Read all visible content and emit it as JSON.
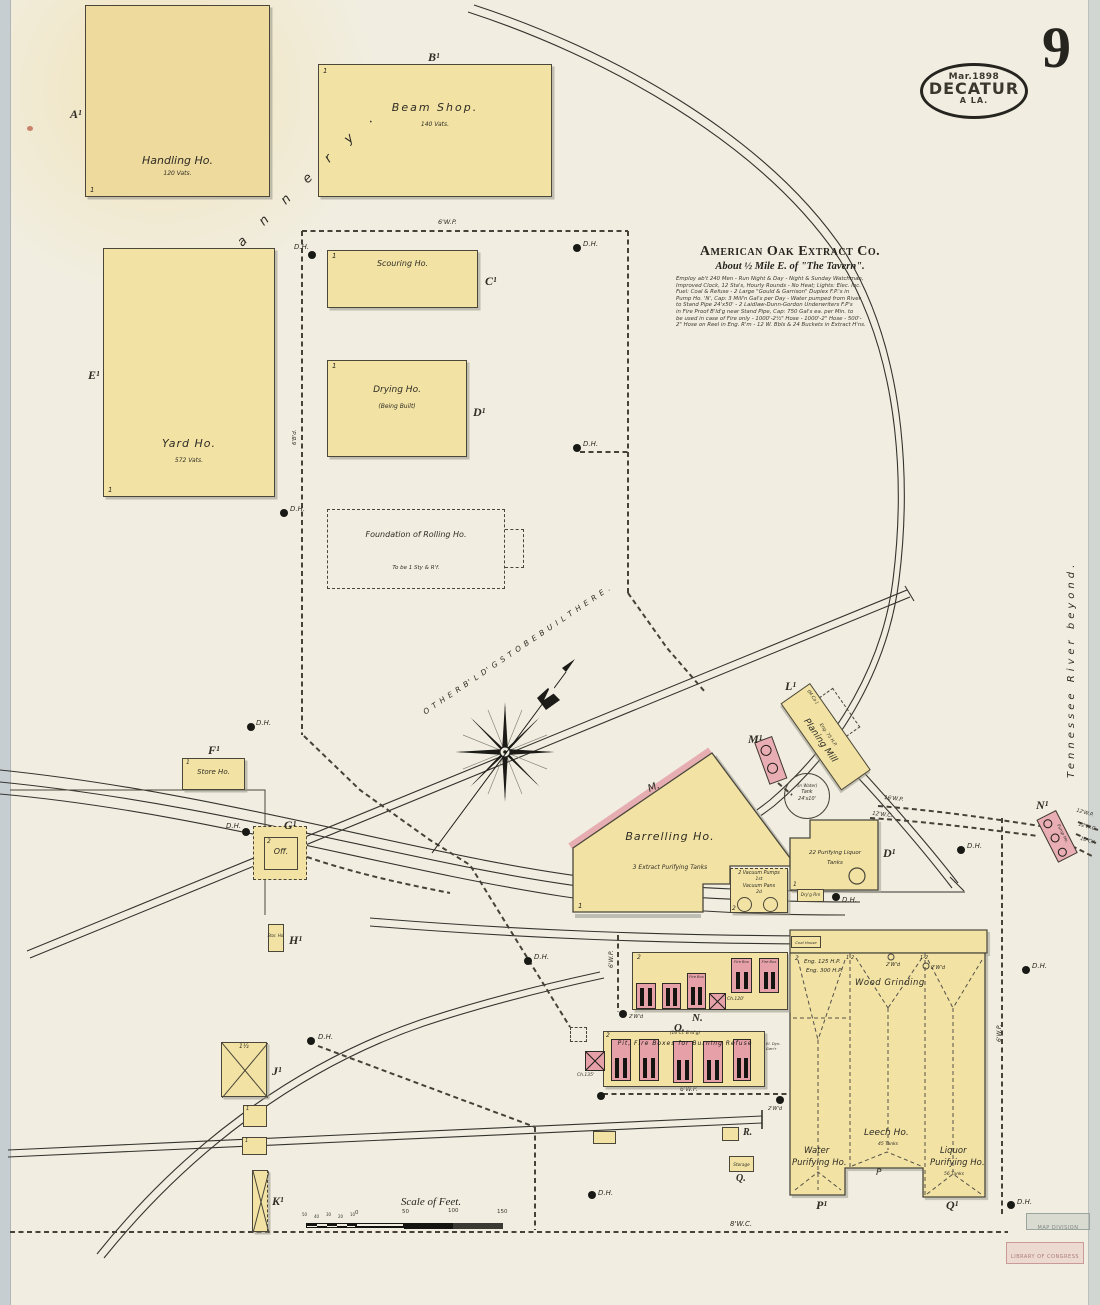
{
  "page": {
    "sheet_number": "9",
    "stamp": {
      "date": "Mar.1898",
      "city": "DECATUR",
      "state": "A LA."
    }
  },
  "company_note": {
    "name": "American Oak Extract Co.",
    "subtitle": "About ½ Mile E. of \"The Tavern\".",
    "lines": [
      "Employ ab't 240 Men - Run Night & Day - Night & Sunday Watchman,",
      "Improved Clock, 12 Sta's, Hourly Rounds - No Heat; Lights: Elec. Inc.",
      "Fuel: Coal & Refuse - 2 Large \"Gould & Garrison\" Duplex F.P.'s in",
      "Pump Ho. 'N', Cap: 3 Mill'n Gal's per Day - Water pumped from River",
      "to Stand Pipe 24'x50' - 2 Laidlaw-Dunn-Gordon Underwriters F.P's",
      "in Fire Proof B'ld'g near Stand Pipe, Cap: 750 Gal's ea. per Min. to",
      "be used in case of Fire only - 1000'-2½\" Hose - 1000'-2\" Hose - 500'-",
      "2\" Hose on Reel in Eng. R'm - 12 W. Bbls & 24 Buckets in Extract H'ns."
    ]
  },
  "area_labels": {
    "tannery": "T a n n e r y .",
    "river": "Tennessee   River   beyond.",
    "other_bldgs": "O T H E R   B' L D' G S   T O   B E   B U I L T   H E R E .",
    "m": "M."
  },
  "buildings": {
    "handling": {
      "letter": "A¹",
      "label": "Handling Ho.",
      "note": "120 Vats."
    },
    "beam": {
      "letter": "B¹",
      "label": "Beam Shop.",
      "note": "140 Vats."
    },
    "scouring": {
      "letter": "C¹",
      "label": "Scouring Ho."
    },
    "drying": {
      "letter": "D¹",
      "label": "Drying Ho.",
      "note": "(Being Built)"
    },
    "yard": {
      "letter": "E¹",
      "label": "Yard Ho.",
      "note": "572 Vats."
    },
    "foundation": {
      "label": "Foundation of Rolling Ho.",
      "note": "To be 1 Sty & R'f."
    },
    "store": {
      "letter": "F¹",
      "label": "Store Ho."
    },
    "office": {
      "letter": "G¹",
      "label": "Off."
    },
    "stor_small": {
      "letter": "H¹",
      "label": "Stor. Ho."
    },
    "j": {
      "letter": "J¹"
    },
    "k": {
      "letter": "K¹"
    },
    "barrelling": {
      "label": "Barrelling Ho.",
      "note": "3 Extract Purifying Tanks"
    },
    "vacuum": {
      "line1": "2 Vacuum Pumps",
      "line1b": "1st",
      "line2": "Vacuum Pans",
      "line2b": "2d"
    },
    "purifying_liquor": {
      "letter": "D¹",
      "line1": "22 Purifying Liquor",
      "line2": "Tanks"
    },
    "dryg_rm": {
      "label": "Dry'g Rm"
    },
    "water_tank": {
      "line1": "(In Water)",
      "line2": "Tank",
      "line3": "24'x10'"
    },
    "planing": {
      "letter": "L¹",
      "label": "Planing Mill",
      "eng": "Eng. 75 H.P.",
      "owner": "(M.Co.)"
    },
    "boiler": {
      "letter": "M¹"
    },
    "pump": {
      "letter": "N¹",
      "label": "Pump Ho."
    },
    "fire_box_n": {
      "letter": "N.",
      "firebox": "Fire Box",
      "chimney": "Ch.120'"
    },
    "refuse_o": {
      "letter": "O.",
      "class_note": "(16 Cl. B'ld'g)",
      "label": "Pit, Fire Boxes for Burning Refuse",
      "chimney": "Ch.135'",
      "gen": "El. Dyn. Gen'r"
    },
    "complex": {
      "coal": "Coal House",
      "eng1": "Eng. 125 H.P.",
      "eng2": "Eng. 300 H.P.",
      "wood": "Wood Grinding",
      "leech": "Leech Ho.",
      "leech_note": "45 Tanks",
      "water1": "Water",
      "water2": "Purifying Ho.",
      "water_letter": "P¹",
      "liquor1": "Liquor",
      "liquor2": "Purifying Ho.",
      "liquor_note": "56 Tanks",
      "liquor_letter": "Q¹",
      "mid_letter": "P"
    },
    "r_small": {
      "letter": "R."
    },
    "storage": {
      "label": "Storage",
      "letter": "Q."
    }
  },
  "symbols": {
    "dh": "D.H.",
    "wd": "2'W'd",
    "s1": "1",
    "s2": "2",
    "s12": "1-2",
    "s1h": "1½"
  },
  "fences": {
    "wp6": "6'W.P.",
    "wc8": "8'W.C.",
    "wp16": "16'W.P.",
    "wc12": "12'W.C.",
    "wp12": "12'W.P.",
    "ci10": "10'C.I.",
    "bd": "6'B'd."
  },
  "scale": {
    "title": "Scale of Feet.",
    "subticks": [
      "50",
      "40",
      "30",
      "20",
      "10"
    ],
    "zero": "0",
    "t50": "50",
    "t100": "100",
    "t150": "150"
  },
  "stamps": {
    "division": "MAP DIVISION",
    "library": "LIBRARY OF CONGRESS"
  }
}
